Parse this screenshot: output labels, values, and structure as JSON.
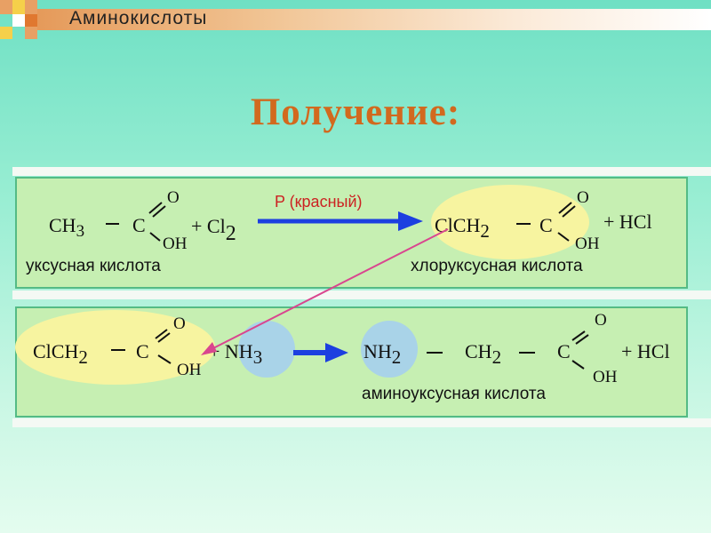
{
  "header": {
    "title": "Аминокислоты"
  },
  "slide": {
    "title": "Получение:"
  },
  "reaction1": {
    "reagent_ch3": "CH",
    "reagent_ch3_sub": "3",
    "reagent_c": "C",
    "reagent_o": "O",
    "reagent_oh": "OH",
    "plus_cl2": "+ Cl",
    "cl2_sub": "2",
    "catalyst": "P (красный)",
    "product_clch2": "ClCH",
    "product_clch2_sub": "2",
    "product_c": "C",
    "product_o": "O",
    "product_oh": "OH",
    "plus_hcl": "+ HCl",
    "reactant_name": "уксусная кислота",
    "product_name": "хлоруксусная кислота"
  },
  "reaction2": {
    "reagent_clch2": "ClCH",
    "reagent_clch2_sub": "2",
    "reagent_c": "C",
    "reagent_o": "O",
    "reagent_oh": "OH",
    "plus_nh3": "+ NH",
    "nh3_sub": "3",
    "product_nh2": "NH",
    "product_nh2_sub": "2",
    "product_ch2": "CH",
    "product_ch2_sub": "2",
    "product_c": "C",
    "product_o": "O",
    "product_oh": "OH",
    "plus_hcl": "+ HCl",
    "product_name": "аминоуксусная кислота"
  },
  "colors": {
    "title": "#d2691e",
    "arrow": "#1c3fe0",
    "link_arrow": "#d9468f",
    "highlight_yellow": "#f7f4a0",
    "highlight_blue": "#a9d3e8",
    "panel": "#c6efb2"
  }
}
